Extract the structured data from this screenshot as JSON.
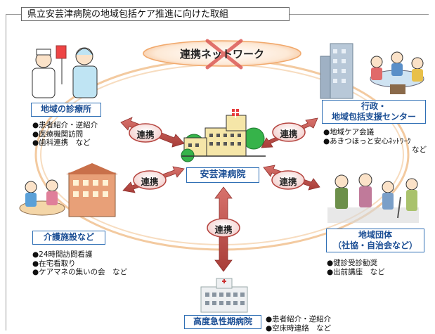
{
  "title": "県立安芸津病院の地域包括ケア推進に向けた取組",
  "network_label": "連携ネットワーク",
  "link_label": "連携",
  "hospital": {
    "name": "安芸津病院"
  },
  "nodes": {
    "clinic": {
      "label": "地域の診療所",
      "notes": [
        "●患者紹介・逆紹介",
        "●医療機関訪問",
        "●歯科連携　など"
      ]
    },
    "gov": {
      "label_lines": [
        "行政・",
        "地域包括支援センター"
      ],
      "notes": [
        "●地域ケア会議",
        "●あきつほっと安心ﾈｯﾄﾜｰｸ",
        "など"
      ]
    },
    "care": {
      "label": "介護施設など",
      "notes": [
        "●24時間訪問看護",
        "●在宅看取り",
        "●ケアマネの集いの会　など"
      ]
    },
    "community": {
      "label_lines": [
        "地域団体",
        "（社協・自治会など）"
      ],
      "notes": [
        "●健診受診勧奨",
        "●出前講座　など"
      ]
    },
    "acute": {
      "label": "高度急性期病院",
      "notes": [
        "●患者紹介・逆紹介",
        "●空床時連絡　など"
      ]
    }
  },
  "colors": {
    "label_border": "#2f6fb5",
    "label_text": "#1c4f95",
    "ring": "#f2c79b",
    "arrow": "#c0504d",
    "cross": "#d9534f"
  }
}
